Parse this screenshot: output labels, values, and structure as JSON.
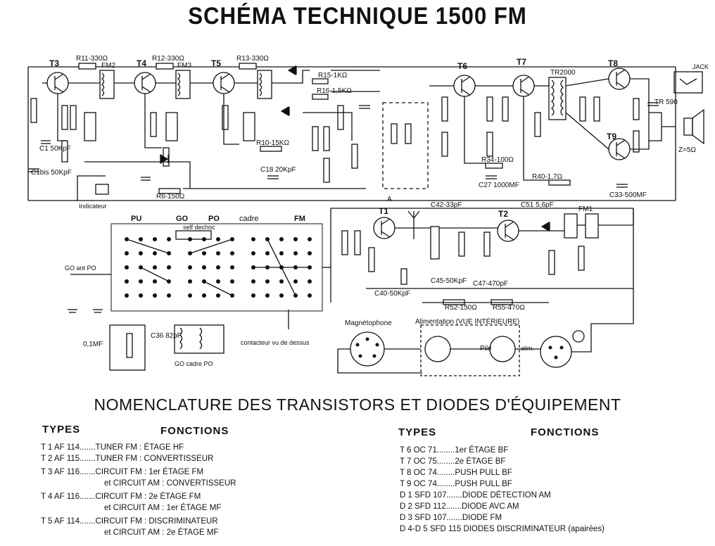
{
  "title": "SCHÉMA TECHNIQUE 1500 FM",
  "schematic": {
    "transistors": [
      "T3",
      "T4",
      "T5",
      "T6",
      "T7",
      "T8",
      "T9",
      "T1",
      "T2"
    ],
    "sections": {
      "pu": "PU",
      "go": "GO",
      "po": "PO",
      "cadre": "cadre",
      "fm": "FM",
      "self_dechoc": "self dechoc",
      "go_cadre_po": "GO cadre PO",
      "contacteur": "contacteur vu de dessus",
      "magnetophone": "Magnétophone",
      "alimentation": "Alimentation (VUE INTÉRIEURE)",
      "pile": "Pile",
      "alim": "alim.",
      "jack": "JACK",
      "impedance": "Z=5Ω",
      "go_ant_po": "GO ant PO",
      "indicator": "Indicateur",
      "ant": "A"
    },
    "components": {
      "r11": "R11-330Ω",
      "r12": "R12-330Ω",
      "r13": "R13-330Ω",
      "r15": "R15-1KΩ",
      "r16": "R16-1,5KΩ",
      "r6": "R6-150Ω",
      "r10": "R10-15KΩ",
      "r34": "R34-100Ω",
      "r40": "R40-1,7Ω",
      "r52": "R52-150Ω",
      "r55": "R55-470Ω",
      "c27": "C27 1000MF",
      "c33": "C33-500MF",
      "c42": "C42-33pF",
      "c51": "C51 5,6pF",
      "c18": "C18 20KpF",
      "c45": "C45-50KpF",
      "c47": "C47-470pF",
      "c40": "C40-50KpF",
      "c36": "C36 82pF",
      "c1bis": "C1bis 50KpF",
      "c1": "C1 50KpF",
      "c11": "0,1MF",
      "tr2000": "TR2000",
      "tr590": "TR 590",
      "fm1": "FM1",
      "fm2": "FM2",
      "fm3": "FM3"
    }
  },
  "nomenclature_title": "NOMENCLATURE DES TRANSISTORS ET DIODES D'ÉQUIPEMENT",
  "headers": {
    "types": "TYPES",
    "fonctions": "FONCTIONS"
  },
  "left_list": [
    {
      "line": "T 1 AF 114.......TUNER FM : ÉTAGE HF"
    },
    {
      "line": "T 2 AF 115.......TUNER FM : CONVERTISSEUR"
    },
    {
      "line": "T 3 AF 116.......CIRCUIT FM : 1er ÉTAGE FM",
      "cont": "et CIRCUIT AM : CONVERTISSEUR"
    },
    {
      "line": "T 4 AF 116.......CIRCUIT FM : 2e ÉTAGE FM",
      "cont": "et CIRCUIT AM : 1er ÉTAGE MF"
    },
    {
      "line": "T 5 AF 114.......CIRCUIT FM : DISCRIMINATEUR",
      "cont": "et CIRCUIT AM : 2e ÉTAGE MF"
    }
  ],
  "right_list": [
    {
      "line": "T 6 OC 71........1er ÉTAGE BF"
    },
    {
      "line": "T 7 OC 75........2e ÉTAGE BF"
    },
    {
      "line": "T 8 OC 74........PUSH PULL BF"
    },
    {
      "line": "T 9 OC 74........PUSH PULL BF"
    },
    {
      "line": "D 1 SFD 107.......DIODE DÉTECTION AM"
    },
    {
      "line": "D 2 SFD 112.......DIODE AVC AM"
    },
    {
      "line": "D 3 SFD 107.......DIODE FM"
    },
    {
      "line": "D 4-D 5 SFD 115 DIODES DISCRIMINATEUR (apairées)"
    }
  ]
}
